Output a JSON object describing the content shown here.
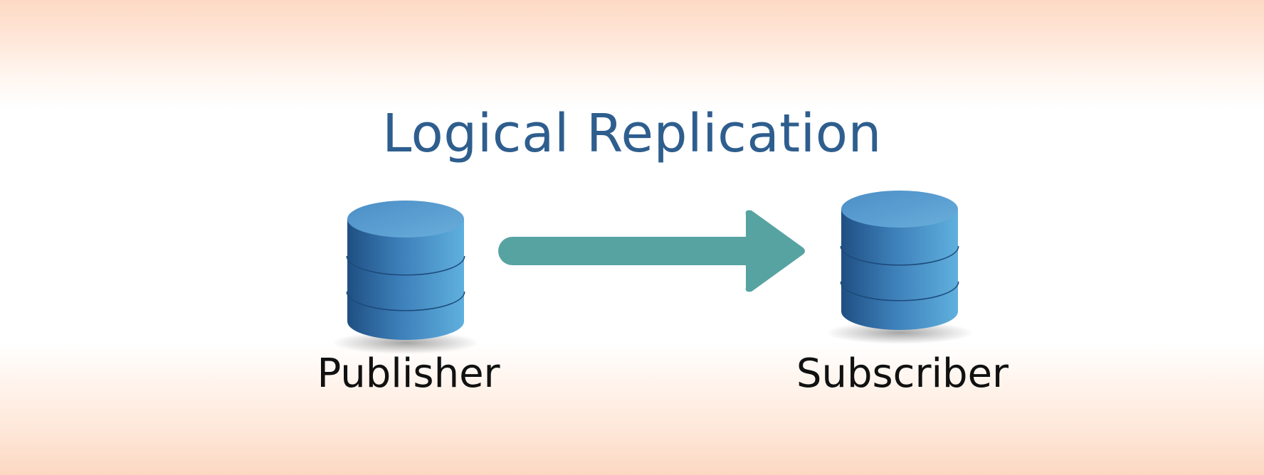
{
  "diagram": {
    "title": "Logical Replication",
    "source": {
      "label": "Publisher",
      "icon": "database-icon"
    },
    "target": {
      "label": "Subscriber",
      "icon": "database-icon"
    },
    "connection": {
      "icon": "arrow-right-icon",
      "color": "#57a3a2"
    },
    "colors": {
      "title": "#2e5e8e",
      "database_dark": "#25598e",
      "database_light": "#5aa6d6"
    }
  }
}
